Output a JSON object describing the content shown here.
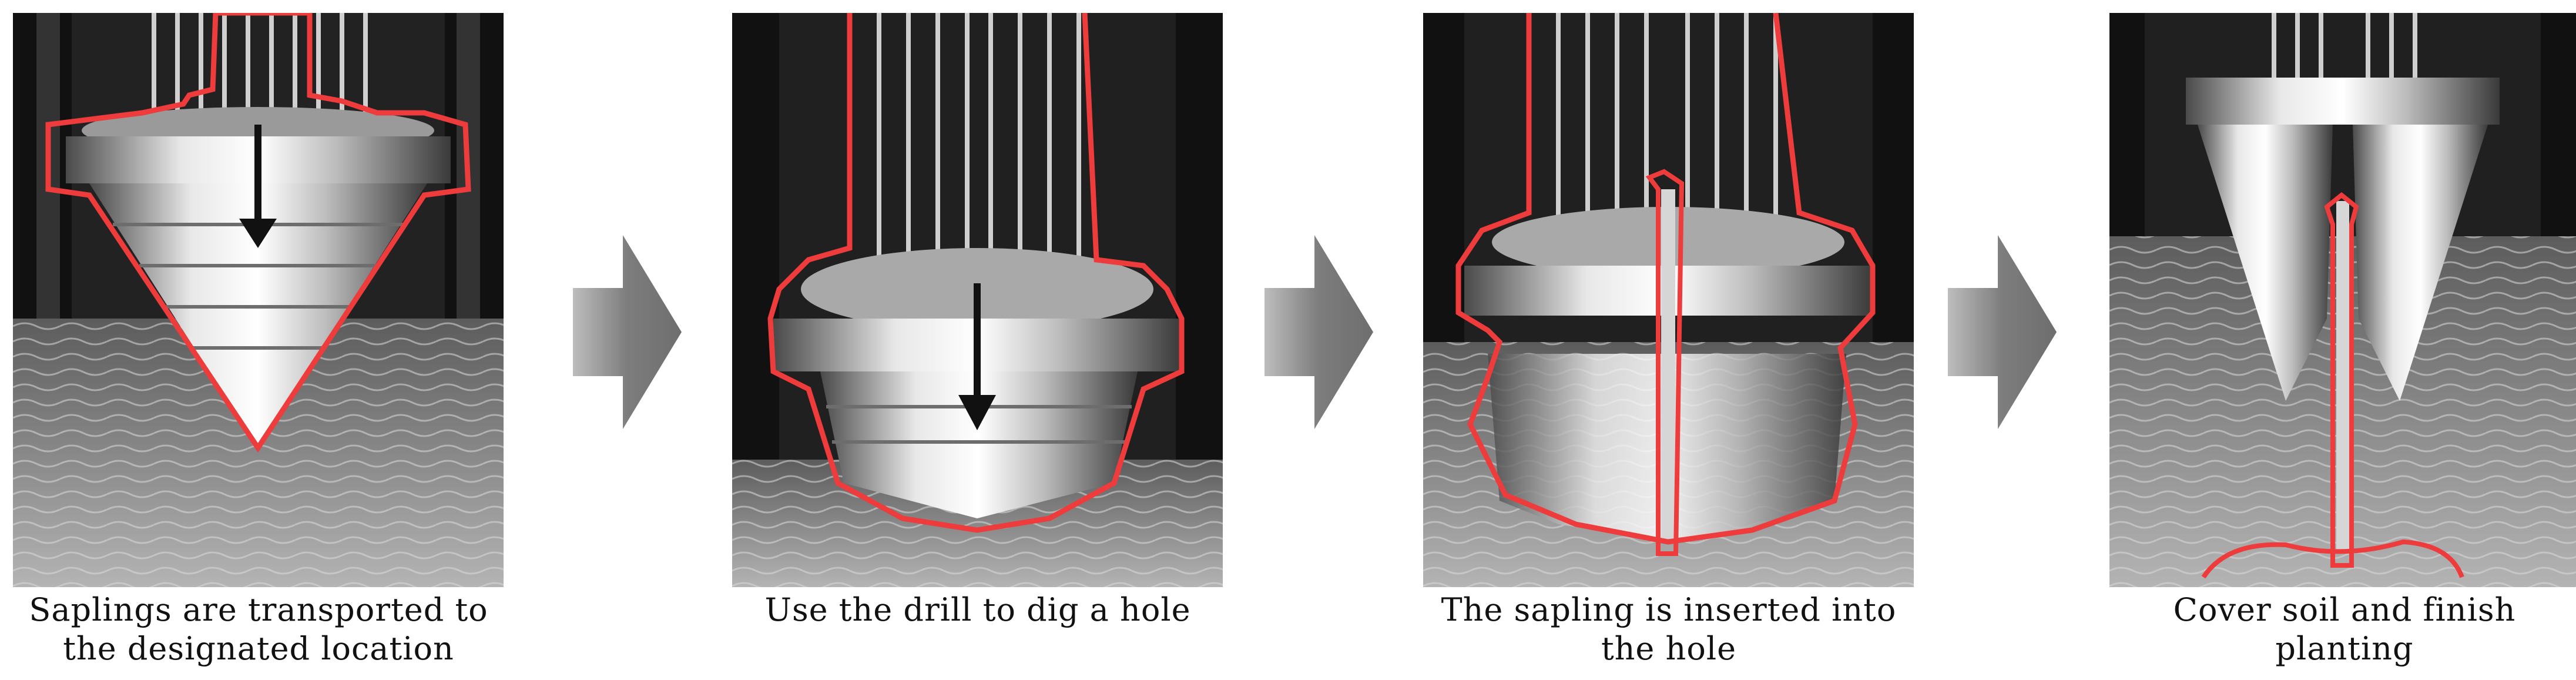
{
  "colors": {
    "outline": "#ee3b3b",
    "arrow": "#7d7d7d",
    "metal_light": "#e9e9e9",
    "metal_dark": "#5a5a5a",
    "soil": "#8a8a8a"
  },
  "steps": [
    {
      "caption_line1": "Saplings are transported to",
      "caption_line2": "the designated location"
    },
    {
      "caption_line1": "Use the drill to dig a hole",
      "caption_line2": ""
    },
    {
      "caption_line1": "The sapling is inserted into",
      "caption_line2": "the hole"
    },
    {
      "caption_line1": "Cover soil and finish",
      "caption_line2": "planting"
    }
  ],
  "connectors": [
    {
      "icon": "right-arrow-icon"
    },
    {
      "icon": "right-arrow-icon"
    },
    {
      "icon": "right-arrow-icon"
    }
  ]
}
